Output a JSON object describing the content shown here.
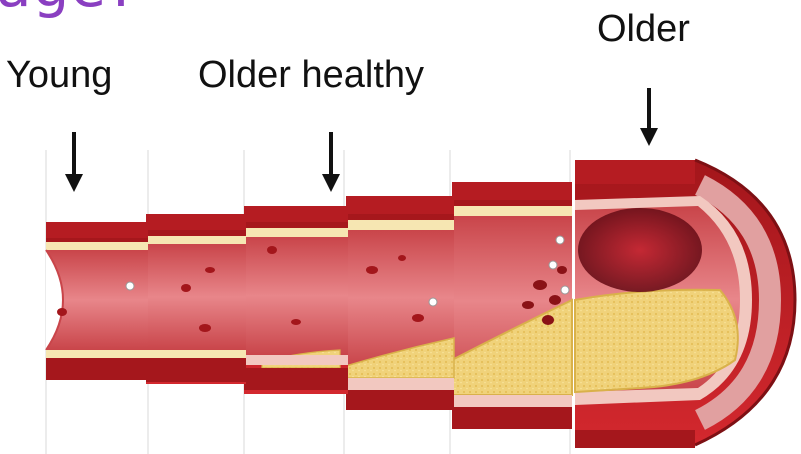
{
  "title_fragment": "age?",
  "labels": {
    "young": "Young",
    "older_healthy": "Older healthy",
    "older": "Older"
  },
  "colors": {
    "title": "#8a3fc1",
    "arrow": "#111111",
    "vessel_wall": "#c41e24",
    "vessel_wall_dark": "#8a1216",
    "inner_lining": "#e79a92",
    "lumen": "#d9686a",
    "plaque": "#f0d27a",
    "fat_layer": "#f6e6b2",
    "clot": "#6d0f1c"
  },
  "stages": [
    {
      "id": "young",
      "plaque_level": 0
    },
    {
      "id": "older-healthy-1",
      "plaque_level": 0
    },
    {
      "id": "older-healthy-2",
      "plaque_level": 0.15
    },
    {
      "id": "mid",
      "plaque_level": 0.35
    },
    {
      "id": "advanced",
      "plaque_level": 0.6
    },
    {
      "id": "older",
      "plaque_level": 0.85
    }
  ]
}
